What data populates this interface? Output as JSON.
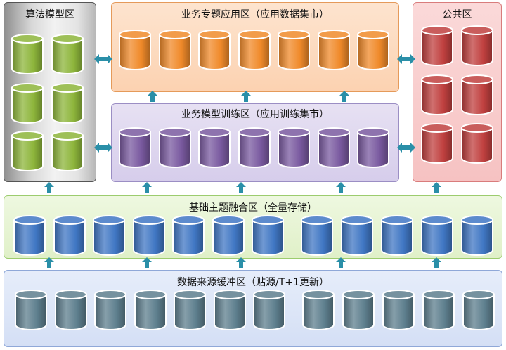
{
  "zones": {
    "algorithm": {
      "title": "算法模型区"
    },
    "application": {
      "title": "业务专题应用区（应用数据集市）"
    },
    "training": {
      "title": "业务模型训练区（应用训练集市）"
    },
    "public": {
      "title": "公共区"
    },
    "base": {
      "title": "基础主题融合区（全量存储）"
    },
    "source": {
      "title": "数据来源缓冲区（贴源/T+1更新）"
    }
  },
  "colors": {
    "algorithm_db": "#8db53b",
    "application_db": "#f08a2a",
    "training_db": "#7a5aa0",
    "public_db": "#c0403f",
    "base_db": "#4077c4",
    "source_db": "#5e7f8e",
    "arrow": "#2a8fa8"
  },
  "icons": {
    "database": "database-cylinder-icon",
    "flow_up": "arrow-up-icon",
    "flow_both": "double-arrow-icon"
  }
}
